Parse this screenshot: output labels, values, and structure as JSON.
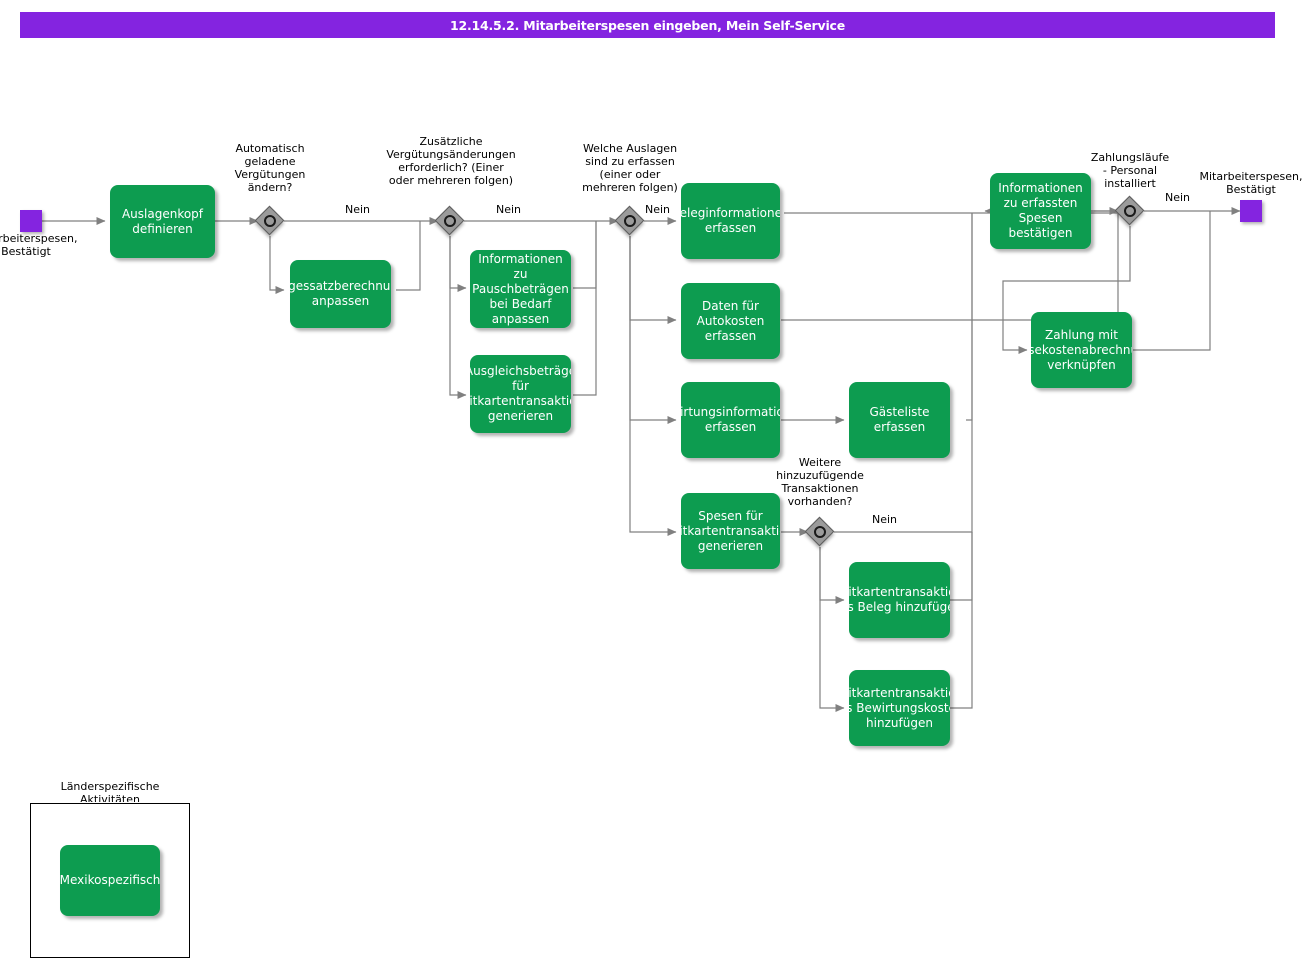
{
  "header": {
    "title": "12.14.5.2. Mitarbeiterspesen eingeben, Mein Self-Service",
    "bar_color": "#8424e0",
    "text_color": "#ffffff"
  },
  "theme": {
    "task_fill": "#0d9c50",
    "task_text": "#ffffff",
    "event_fill": "#8424e0",
    "gateway_fill": "#9b9b9b",
    "gateway_stroke": "#5e5e5e",
    "connector_stroke": "#808080",
    "page_background": "#ffffff"
  },
  "diagram": {
    "type": "bpmn-flowchart",
    "start_event": {
      "name": "start-event",
      "label": "Mitarbeiterspesen,\nBestätigt"
    },
    "end_event": {
      "name": "end-event",
      "label": "Mitarbeiterspesen,\nBestätigt"
    },
    "tasks": [
      {
        "id": "t1",
        "label": "Auslagenkopf\ndefinieren"
      },
      {
        "id": "t2",
        "label": "Tagessatzberechnung\nanpassen"
      },
      {
        "id": "t3",
        "label": "Informationen\nzu\nPauschbeträgen\nbei Bedarf\nanpassen"
      },
      {
        "id": "t4",
        "label": "Ausgleichsbeträge\nfür\nKreditkartentransaktionen\ngenerieren"
      },
      {
        "id": "t5",
        "label": "Beleginformationen\nerfassen"
      },
      {
        "id": "t6",
        "label": "Daten für\nAutokosten\nerfassen"
      },
      {
        "id": "t7",
        "label": "Bewirtungsinformationen\nerfassen"
      },
      {
        "id": "t8",
        "label": "Gästeliste\nerfassen"
      },
      {
        "id": "t9",
        "label": "Spesen für\nKreditkartentransaktionen\ngenerieren"
      },
      {
        "id": "t10",
        "label": "Kreditkartentransaktionen\nals Beleg hinzufügen"
      },
      {
        "id": "t11",
        "label": "Kreditkartentransaktionen\nals Bewirtungskosten\nhinzufügen"
      },
      {
        "id": "t12",
        "label": "Informationen\nzu erfassten\nSpesen\nbestätigen"
      },
      {
        "id": "t13",
        "label": "Zahlung mit\nReisekostenabrechnung\nverknüpfen"
      },
      {
        "id": "t14",
        "label": "Mexikospezifisch"
      }
    ],
    "gateways": [
      {
        "id": "g1",
        "label": "Automatisch\ngeladene\nVergütungen\nändern?"
      },
      {
        "id": "g2",
        "label": "Zusätzliche\nVergütungsänderungen\nerforderlich? (Einer\noder mehreren folgen)"
      },
      {
        "id": "g3",
        "label": "Welche Auslagen\nsind zu erfassen\n(einer oder\nmehreren folgen)"
      },
      {
        "id": "g4",
        "label": "Weitere\nhinzuzufügende\nTransaktionen\nvorhanden?"
      },
      {
        "id": "g5",
        "label": "Zahlungsläufe\n- Personal\ninstalliert"
      }
    ],
    "edge_labels": [
      {
        "id": "e1",
        "text": "Nein"
      },
      {
        "id": "e2",
        "text": "Nein"
      },
      {
        "id": "e3",
        "text": "Nein"
      },
      {
        "id": "e4",
        "text": "Nein"
      },
      {
        "id": "e5",
        "text": "Nein"
      }
    ],
    "group": {
      "name": "country-specific-group",
      "title": "Länderspezifische\nAktivitäten"
    }
  }
}
